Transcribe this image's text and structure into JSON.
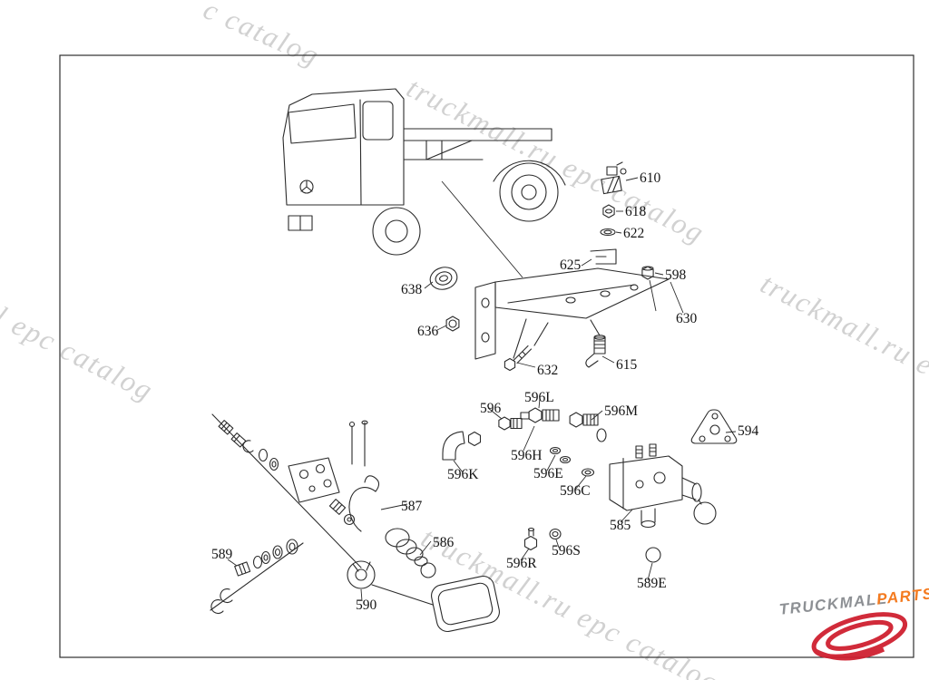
{
  "diagram": {
    "labels": [
      {
        "id": "610",
        "text": "610"
      },
      {
        "id": "618",
        "text": "618"
      },
      {
        "id": "622",
        "text": "622"
      },
      {
        "id": "625",
        "text": "625"
      },
      {
        "id": "598",
        "text": "598"
      },
      {
        "id": "638",
        "text": "638"
      },
      {
        "id": "636",
        "text": "636"
      },
      {
        "id": "630",
        "text": "630"
      },
      {
        "id": "632",
        "text": "632"
      },
      {
        "id": "615",
        "text": "615"
      },
      {
        "id": "596",
        "text": "596"
      },
      {
        "id": "596L",
        "text": "596L"
      },
      {
        "id": "596M",
        "text": "596M"
      },
      {
        "id": "596H",
        "text": "596H"
      },
      {
        "id": "596K",
        "text": "596K"
      },
      {
        "id": "596E",
        "text": "596E"
      },
      {
        "id": "596C",
        "text": "596C"
      },
      {
        "id": "594",
        "text": "594"
      },
      {
        "id": "587",
        "text": "587"
      },
      {
        "id": "586",
        "text": "586"
      },
      {
        "id": "585",
        "text": "585"
      },
      {
        "id": "589",
        "text": "589"
      },
      {
        "id": "596R",
        "text": "596R"
      },
      {
        "id": "596S",
        "text": "596S"
      },
      {
        "id": "590",
        "text": "590"
      },
      {
        "id": "589E",
        "text": "589E"
      }
    ]
  },
  "watermarks": {
    "color": "#c6c6c6",
    "items": [
      {
        "text": "c catalog"
      },
      {
        "text": "truckmall.ru epc catalog"
      },
      {
        "text": "truckmall.ru e"
      },
      {
        "text": "l epc catalog"
      },
      {
        "text": "truckmall.ru epc catalog"
      }
    ]
  },
  "logo": {
    "brand": "TRUCKMALL",
    "suffix": "PARTS",
    "brand_color": "#8d9094",
    "suffix_color": "#f47b20",
    "swirl_color": "#cf2030"
  }
}
